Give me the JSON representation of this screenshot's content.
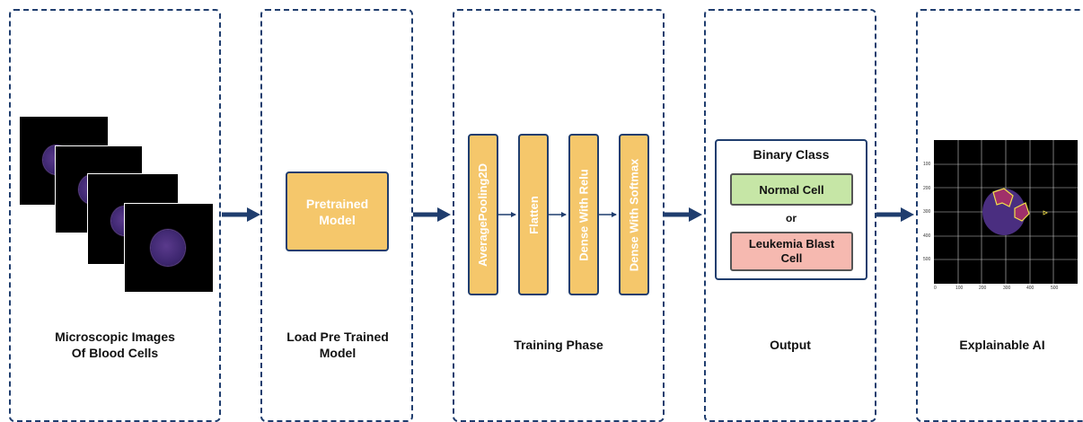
{
  "captions": {
    "microscopic": "Microscopic Images\nOf Blood Cells",
    "load": "Load Pre Trained\nModel",
    "training": "Training Phase",
    "output": "Output",
    "xai": "Explainable AI"
  },
  "pretrained_box": "Pretrained\nModel",
  "layers": [
    "AveragePooling2D",
    "Flatten",
    "Dense With Relu",
    "Dense With Softmax"
  ],
  "output": {
    "title": "Binary Class",
    "normal": "Normal Cell",
    "or": "or",
    "leukemia": "Leukemia Blast\nCell"
  },
  "xai_axes": {
    "x_ticks": [
      "0",
      "100",
      "200",
      "300",
      "400",
      "500"
    ],
    "y_ticks": [
      "100",
      "200",
      "300",
      "400",
      "500"
    ]
  },
  "colors": {
    "border": "#1f3d6e",
    "box_fill": "#f5c76b",
    "normal_fill": "#c6e6a6",
    "leukemia_fill": "#f6b9b0"
  }
}
